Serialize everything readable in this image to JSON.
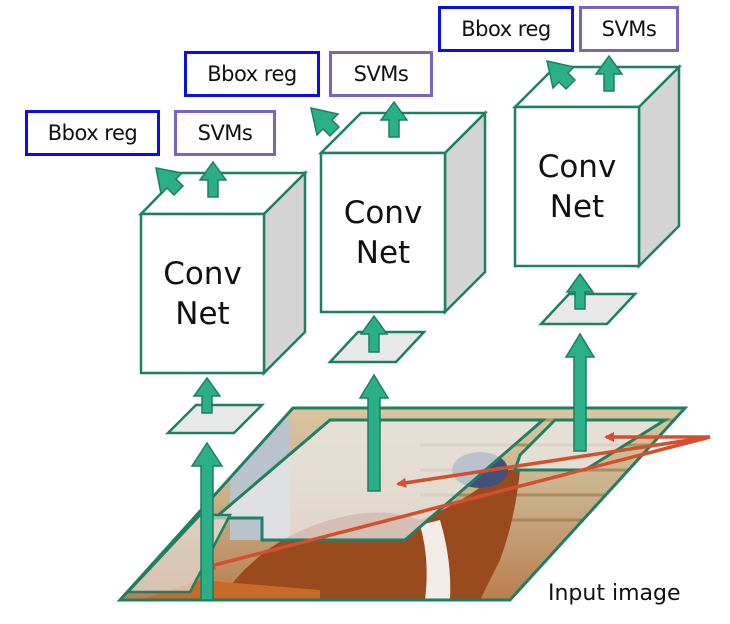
{
  "title": "R-CNN pipeline diagram",
  "colors": {
    "network_green": "#1f7f63",
    "arrow_fill": "#2aaf87",
    "bbox_border": "#0a0fe6",
    "svm_border": "#7b62c5",
    "side_gray": "#d4d4d4",
    "patch_gray": "#e8e8e8",
    "pointer_red": "#d2502e"
  },
  "branches": [
    {
      "bbox_label": "Bbox reg",
      "svm_label": "SVMs",
      "net_line1": "Conv",
      "net_line2": "Net"
    },
    {
      "bbox_label": "Bbox reg",
      "svm_label": "SVMs",
      "net_line1": "Conv",
      "net_line2": "Net"
    },
    {
      "bbox_label": "Bbox reg",
      "svm_label": "SVMs",
      "net_line1": "Conv",
      "net_line2": "Net"
    }
  ],
  "input_caption": "Input image",
  "icons": [
    "up-arrow-icon",
    "diagonal-arrow-icon",
    "pointer-arrow-icon"
  ]
}
